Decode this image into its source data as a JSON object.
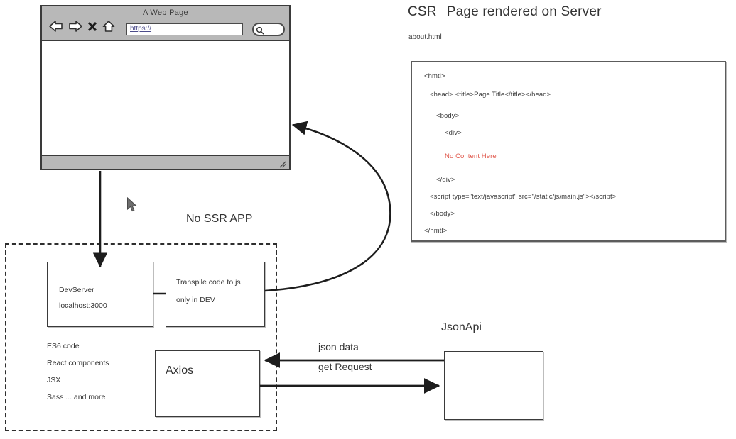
{
  "browser": {
    "title": "A Web Page",
    "url_value": "https://",
    "nav_icons": [
      "back-arrow-icon",
      "forward-arrow-icon",
      "close-x-icon",
      "home-icon"
    ],
    "search_icon": "magnifier-icon",
    "resize_grip": "resize-grip-icon"
  },
  "right": {
    "heading_left": "CSR",
    "heading_right": "Page rendered on Server",
    "file_label": "about.html",
    "code_lines": [
      {
        "text": "<hmtl>",
        "indent": 0,
        "red": false
      },
      {
        "text": "<head> <title>Page Title</title></head>",
        "indent": 1,
        "red": false
      },
      {
        "text": "<body>",
        "indent": 2,
        "red": false
      },
      {
        "text": "<div>",
        "indent": 3,
        "red": false
      },
      {
        "text": "No Content Here",
        "indent": 4,
        "red": true
      },
      {
        "text": "</div>",
        "indent": 3,
        "red": false
      },
      {
        "text": "<script type=\"text/javascript\" src=\"/static/js/main.js\"></script>",
        "indent": 2,
        "red": false
      },
      {
        "text": "</body>",
        "indent": 2,
        "red": false
      },
      {
        "text": "</hmtl>",
        "indent": 0,
        "red": false
      }
    ]
  },
  "diagram": {
    "app_label": "No SSR APP",
    "devserver": {
      "line1": "DevServer",
      "line2": "localhost:3000"
    },
    "transpile": {
      "line1": "Transpile code to js",
      "line2": "only in DEV"
    },
    "axios": {
      "label": "Axios"
    },
    "jsonapi": {
      "label": "JsonApi"
    },
    "tech_list": [
      "ES6 code",
      "React components",
      "JSX",
      "Sass ... and more"
    ],
    "arrow_labels": {
      "json_data": "json data",
      "get_request": "get Request"
    }
  },
  "colors": {
    "chrome_gray": "#b8b8b8",
    "stroke_dark": "#3a3a3a",
    "text": "#333333",
    "code_red": "#e0584c",
    "link_blue": "#4b4b8a"
  },
  "cursor": {
    "name": "mouse-pointer"
  }
}
